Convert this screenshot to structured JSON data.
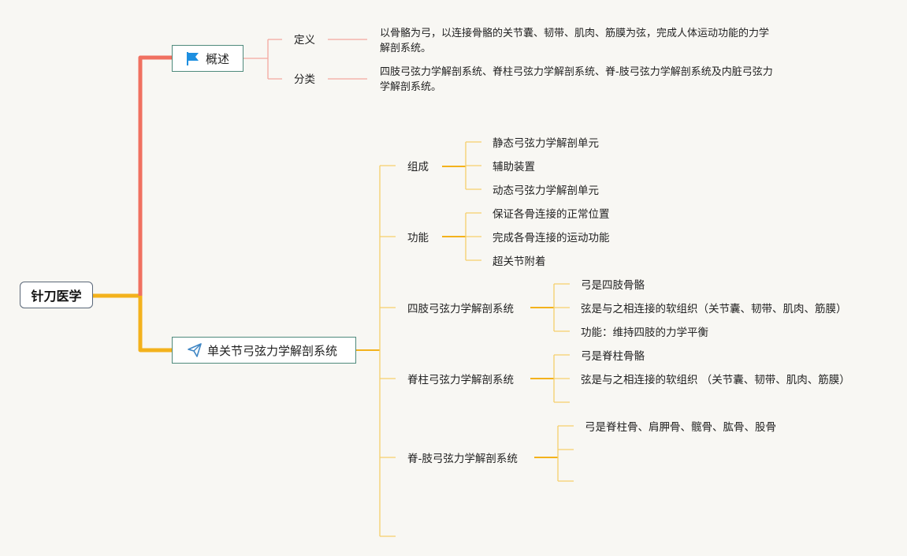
{
  "root": {
    "label": "针刀医学"
  },
  "overview": {
    "label": "概述",
    "icon": "flag-icon",
    "items": [
      {
        "label": "定义",
        "text": "以骨骼为弓，以连接骨骼的关节囊、韧带、肌肉、筋膜为弦，完成人体运动功能的力学解剖系统。"
      },
      {
        "label": "分类",
        "text": "四肢弓弦力学解剖系统、脊柱弓弦力学解剖系统、脊-肢弓弦力学解剖系统及内脏弓弦力学解剖系统。"
      }
    ]
  },
  "single": {
    "label": "单关节弓弦力学解剖系统",
    "icon": "paper-plane-icon",
    "groups": [
      {
        "label": "组成",
        "items": [
          "静态弓弦力学解剖单元",
          "辅助装置",
          "动态弓弦力学解剖单元"
        ]
      },
      {
        "label": "功能",
        "items": [
          "保证各骨连接的正常位置",
          "完成各骨连接的运动功能",
          "超关节附着"
        ]
      },
      {
        "label": "四肢弓弦力学解剖系统",
        "items": [
          "弓是四肢骨骼",
          "弦是与之相连接的软组织（关节囊、韧带、肌肉、筋膜）",
          "功能：维持四肢的力学平衡"
        ]
      },
      {
        "label": "脊柱弓弦力学解剖系统",
        "items": [
          "弓是脊柱骨骼",
          "弦是与之相连接的软组织 （关节囊、韧带、肌肉、筋膜）",
          ""
        ]
      },
      {
        "label": "脊-肢弓弦力学解剖系统",
        "items": [
          "弓是脊柱骨、肩胛骨、髋骨、肱骨、股骨",
          "",
          ""
        ]
      }
    ]
  },
  "colors": {
    "background": "#f8f7f3",
    "overview_branch": "#f07060",
    "overview_thin": "#f3a79f",
    "single_branch": "#f3b21c",
    "single_thin": "#f6cf6b",
    "main_border": "#4f8a7c",
    "root_border": "#5a6778",
    "flag": "#1e8fe0",
    "plane": "#3f86c4"
  }
}
